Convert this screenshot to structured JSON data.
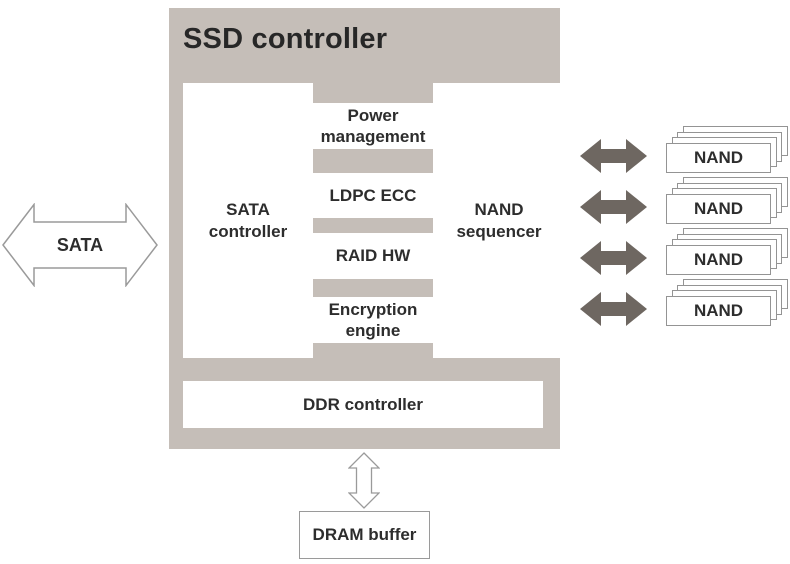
{
  "controller": {
    "title": "SSD controller",
    "sata_controller": "SATA controller",
    "center_blocks": [
      "Power management",
      "LDPC ECC",
      "RAID HW",
      "Encryption engine"
    ],
    "nand_sequencer": "NAND sequencer",
    "ddr_controller": "DDR controller"
  },
  "host_interface": {
    "label": "SATA"
  },
  "dram": {
    "label": "DRAM buffer"
  },
  "nand_stacks": [
    {
      "label": "NAND"
    },
    {
      "label": "NAND"
    },
    {
      "label": "NAND"
    },
    {
      "label": "NAND"
    }
  ],
  "icons": {
    "host_arrow": "horizontal-double-arrow-outline",
    "dram_arrow": "vertical-double-arrow-outline",
    "channel_arrow": "horizontal-double-arrow-solid"
  },
  "colors": {
    "controller_background": "#c5beb8",
    "channel_arrow_fill": "#6e6761",
    "block_background": "#ffffff",
    "outline_gray": "#9a9a9a",
    "text": "#2d2d2d"
  }
}
